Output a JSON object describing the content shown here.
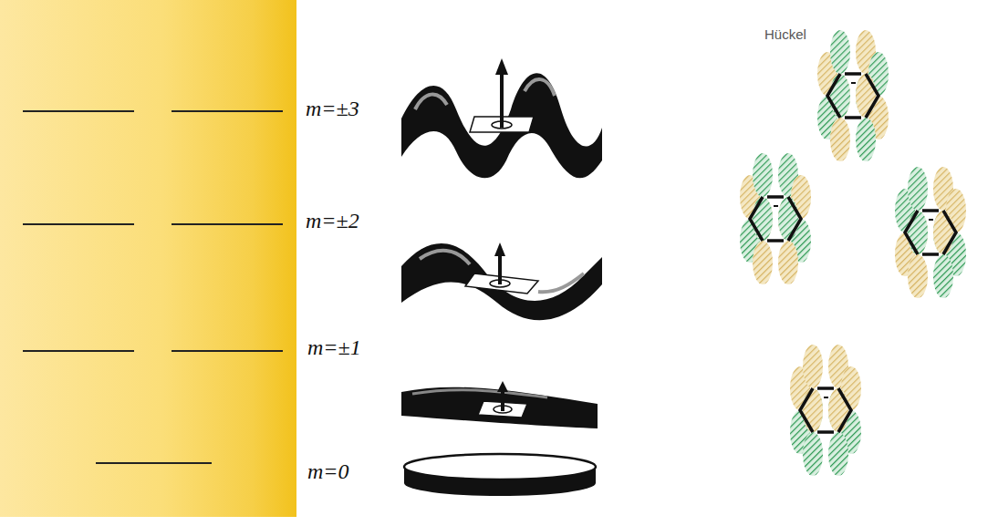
{
  "diagram": {
    "labels": [
      "Hückel",
      "m=±3",
      "m=±2",
      "m=±1",
      "m=0"
    ]
  }
}
